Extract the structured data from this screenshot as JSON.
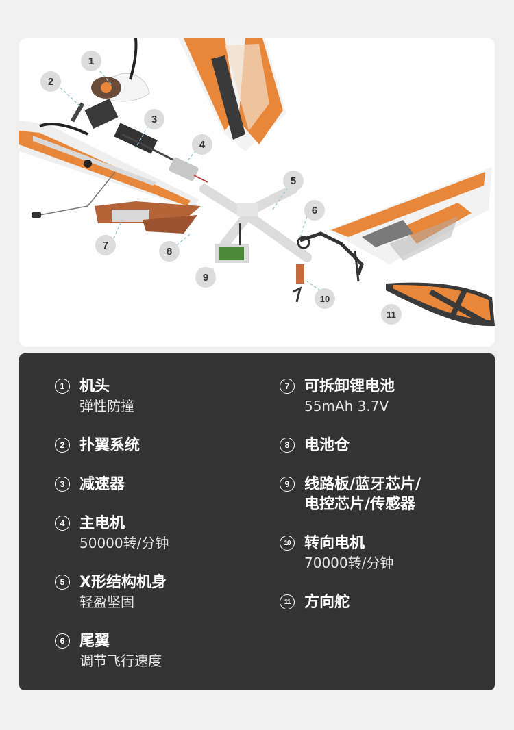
{
  "diagram": {
    "callouts": [
      "1",
      "2",
      "3",
      "4",
      "5",
      "6",
      "7",
      "8",
      "9",
      "10",
      "11"
    ],
    "colors": {
      "orange": "#e8873a",
      "brown": "#b5643a",
      "grey": "#cfcfcf",
      "dark": "#3a3a3a"
    }
  },
  "specs": [
    {
      "num": "①",
      "title": "机头",
      "sub": "弹性防撞"
    },
    {
      "num": "②",
      "title": "扑翼系统",
      "sub": ""
    },
    {
      "num": "③",
      "title": "减速器",
      "sub": ""
    },
    {
      "num": "④",
      "title": "主电机",
      "sub": "50000转/分钟"
    },
    {
      "num": "⑤",
      "title": "X形结构机身",
      "sub": "轻盈坚固"
    },
    {
      "num": "⑥",
      "title": "尾翼",
      "sub": "调节飞行速度"
    },
    {
      "num": "⑦",
      "title": "可拆卸锂电池",
      "sub": "55mAh 3.7V"
    },
    {
      "num": "⑧",
      "title": "电池仓",
      "sub": ""
    },
    {
      "num": "⑨",
      "title": "线路板/蓝牙芯片/\n电控芯片/传感器",
      "sub": ""
    },
    {
      "num": "⑩",
      "title": "转向电机",
      "sub": "70000转/分钟"
    },
    {
      "num": "⑪",
      "title": "方向舵",
      "sub": ""
    }
  ]
}
